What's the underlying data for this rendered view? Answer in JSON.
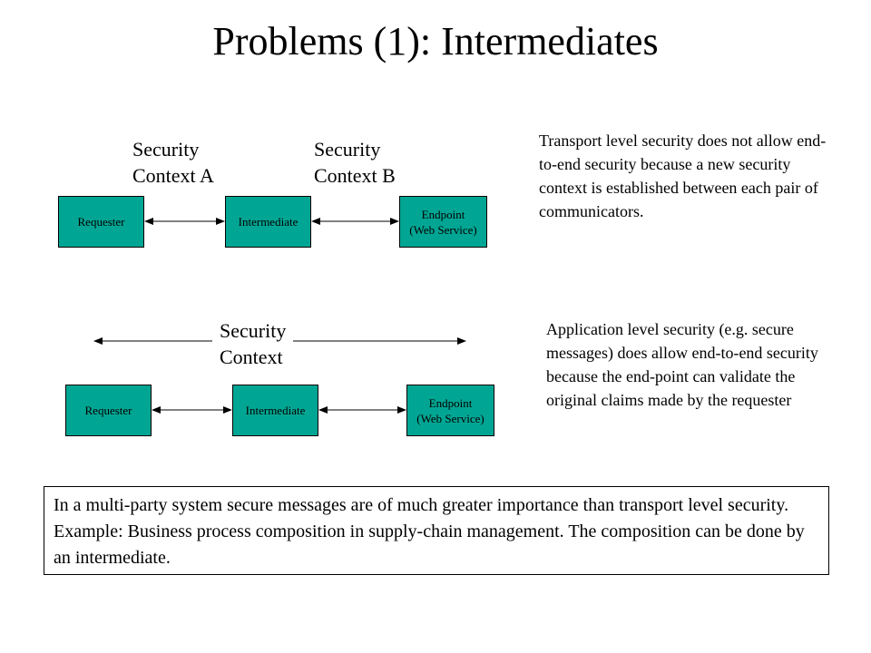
{
  "title": "Problems (1): Intermediates",
  "theme": {
    "box_fill": "#00a693",
    "text_color": "#000000",
    "background": "#ffffff"
  },
  "diagram_top": {
    "context_a": "Security\nContext A",
    "context_b": "Security\nContext B",
    "requester": "Requester",
    "intermediate": "Intermediate",
    "endpoint": "Endpoint\n(Web Service)",
    "note": "Transport level security does not allow end-to-end security because a new security context is established between each pair of communicators."
  },
  "diagram_bottom": {
    "context": "Security\nContext",
    "requester": "Requester",
    "intermediate": "Intermediate",
    "endpoint": "Endpoint\n(Web Service)",
    "note": "Application level security (e.g. secure messages) does allow end-to-end security because the end-point can validate the original claims made by the requester"
  },
  "callout": "In a multi-party system secure messages are of much greater importance than transport level security. Example: Business process composition in supply-chain management. The composition can be done by an intermediate."
}
